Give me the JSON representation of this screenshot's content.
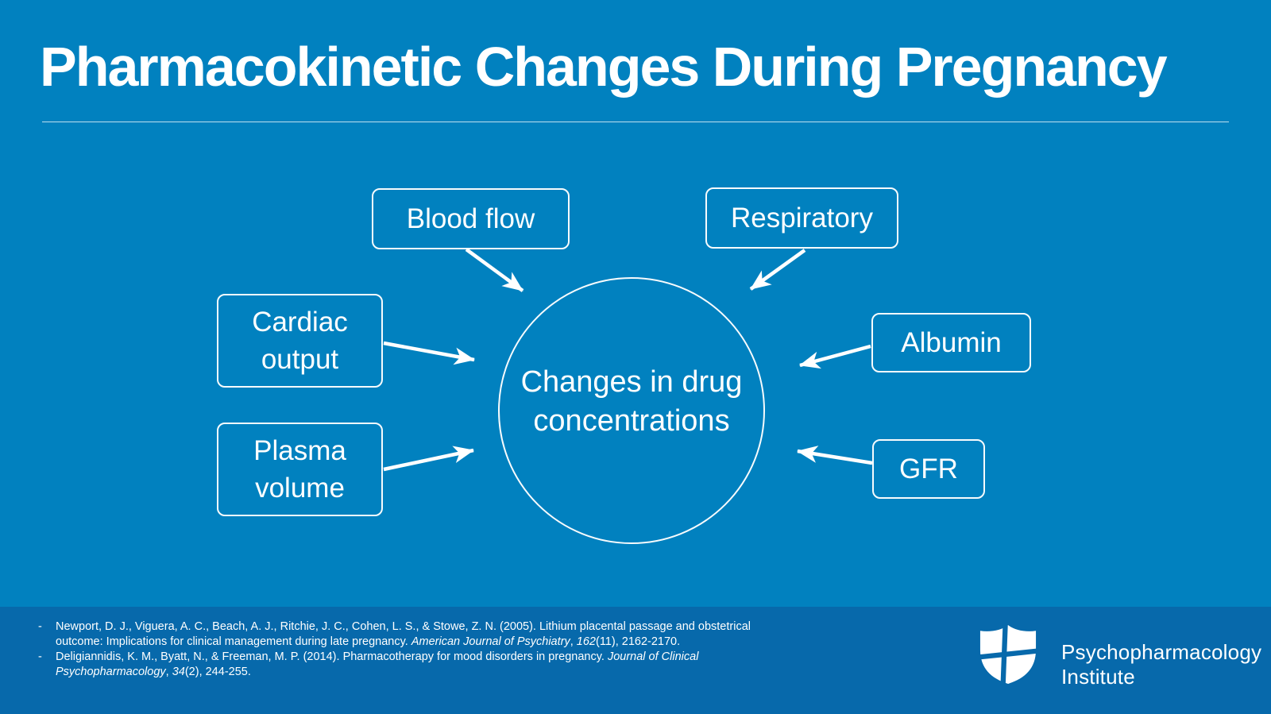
{
  "slide": {
    "title": "Pharmacokinetic Changes During Pregnancy"
  },
  "diagram": {
    "center_label": "Changes in drug concentrations",
    "nodes": [
      {
        "id": "blood-flow",
        "label": "Blood flow"
      },
      {
        "id": "respiratory",
        "label": "Respiratory"
      },
      {
        "id": "cardiac-output",
        "label": "Cardiac output"
      },
      {
        "id": "plasma-volume",
        "label": "Plasma volume"
      },
      {
        "id": "albumin",
        "label": "Albumin"
      },
      {
        "id": "gfr",
        "label": "GFR"
      }
    ]
  },
  "references": [
    {
      "marker": "-",
      "runs": [
        {
          "text": "Newport, D. J., Viguera, A. C., Beach, A. J., Ritchie, J. C., Cohen, L. S., & Stowe, Z. N. (2005). Lithium placental passage and obstetrical outcome: Implications for clinical management during late pregnancy. ",
          "italic": false
        },
        {
          "text": "American Journal of Psychiatry",
          "italic": true
        },
        {
          "text": ", ",
          "italic": false
        },
        {
          "text": "162",
          "italic": true
        },
        {
          "text": "(11), 2162-2170.",
          "italic": false
        }
      ]
    },
    {
      "marker": "-",
      "runs": [
        {
          "text": "Deligiannidis, K. M., Byatt, N., & Freeman, M. P. (2014). Pharmacotherapy for mood disorders in pregnancy. ",
          "italic": false
        },
        {
          "text": "Journal of Clinical Psychopharmacology",
          "italic": true
        },
        {
          "text": ", ",
          "italic": false
        },
        {
          "text": "34",
          "italic": true
        },
        {
          "text": "(2), 244-255.",
          "italic": false
        }
      ]
    }
  ],
  "logo": {
    "icon": "shield-cross-icon",
    "line1": "Psychopharmacology",
    "line2": "Institute"
  },
  "colors": {
    "background": "#0181BF",
    "footer_band": "#0769AB",
    "foreground": "#FFFFFF"
  }
}
